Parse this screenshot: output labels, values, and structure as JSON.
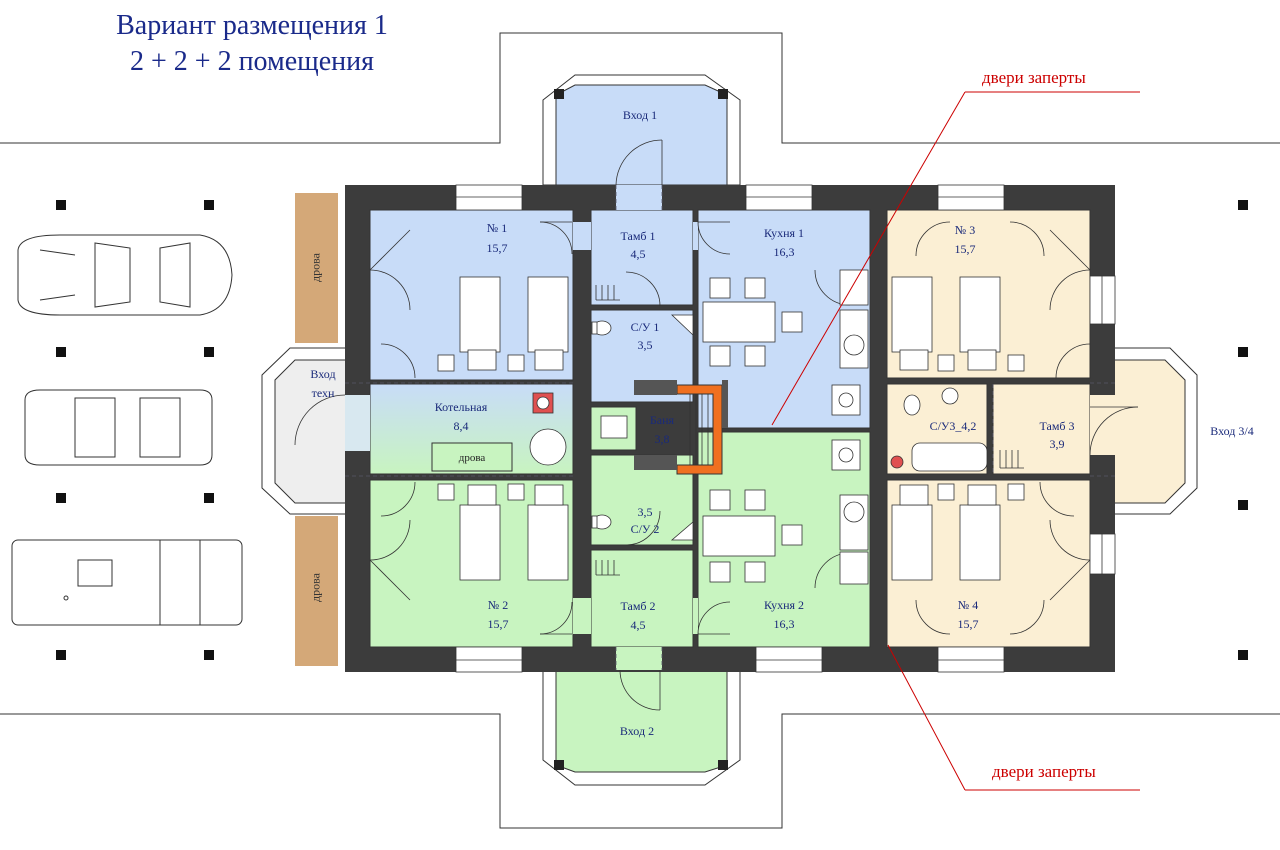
{
  "title": {
    "line1": "Вариант размещения 1",
    "line2": "2 + 2 + 2 помещения"
  },
  "annotations": {
    "locked_top": "двери заперты",
    "locked_bottom": "двери заперты"
  },
  "firewood": {
    "left_top": "дрова",
    "left_bottom": "дрова",
    "boiler_box": "дрова"
  },
  "rooms": {
    "r1": {
      "name": "№ 1",
      "area": "15,7"
    },
    "tamb1": {
      "name": "Тамб 1",
      "area": "4,5"
    },
    "kitchen1": {
      "name": "Кухня 1",
      "area": "16,3"
    },
    "r3": {
      "name": "№ 3",
      "area": "15,7"
    },
    "su1": {
      "name": "С/У 1",
      "area": "3,5"
    },
    "boiler": {
      "name": "Котельная",
      "area": "8,4"
    },
    "banya": {
      "name": "Баня",
      "area": "3,8"
    },
    "su34": {
      "name": "С/У3_4,2"
    },
    "tamb3": {
      "name": "Тамб 3",
      "area": "3,9"
    },
    "su2": {
      "name": "С/У 2",
      "area": "3,5"
    },
    "r2": {
      "name": "№ 2",
      "area": "15,7"
    },
    "tamb2": {
      "name": "Тамб 2",
      "area": "4,5"
    },
    "kitchen2": {
      "name": "Кухня 2",
      "area": "16,3"
    },
    "r4": {
      "name": "№ 4",
      "area": "15,7"
    }
  },
  "entrances": {
    "e1": "Вход 1",
    "e2": "Вход 2",
    "e34": "Вход 3/4",
    "tech1": "Вход",
    "tech2": "техн"
  },
  "colors": {
    "blue_zone": "#c8dcf8",
    "green_zone": "#c8f4c0",
    "beige_zone": "#fbefd4",
    "wall": "#3c3c3c",
    "firewood": "#d4a878",
    "stair": "#f07020",
    "note": "#cc0000",
    "label": "#1a2a7a"
  }
}
